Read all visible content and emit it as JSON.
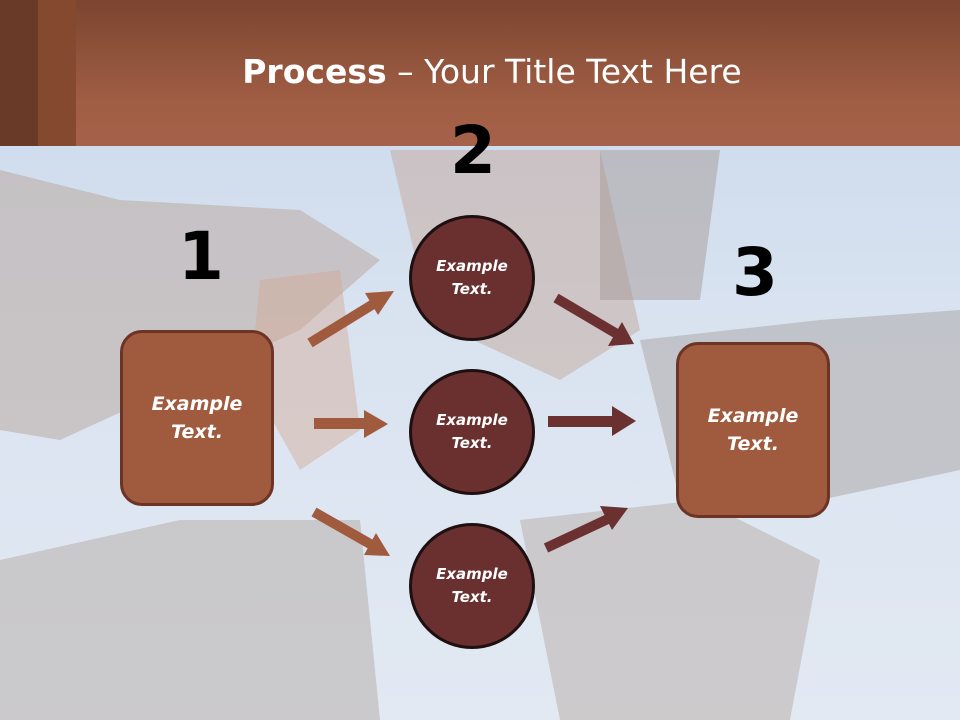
{
  "title": {
    "bold": "Process",
    "rest": " – Your Title Text Here"
  },
  "steps": {
    "one": "1",
    "two": "2",
    "three": "3"
  },
  "left_box": {
    "line1": "Example",
    "line2": "Text."
  },
  "right_box": {
    "line1": "Example",
    "line2": "Text."
  },
  "circles": [
    {
      "line1": "Example",
      "line2": "Text."
    },
    {
      "line1": "Example",
      "line2": "Text."
    },
    {
      "line1": "Example",
      "line2": "Text."
    }
  ],
  "colors": {
    "header": "#a05e44",
    "box_fill": "#a05a3e",
    "circle_fill": "#6a3030",
    "arrow_light": "#a05a3e",
    "arrow_dark": "#6b3030"
  }
}
